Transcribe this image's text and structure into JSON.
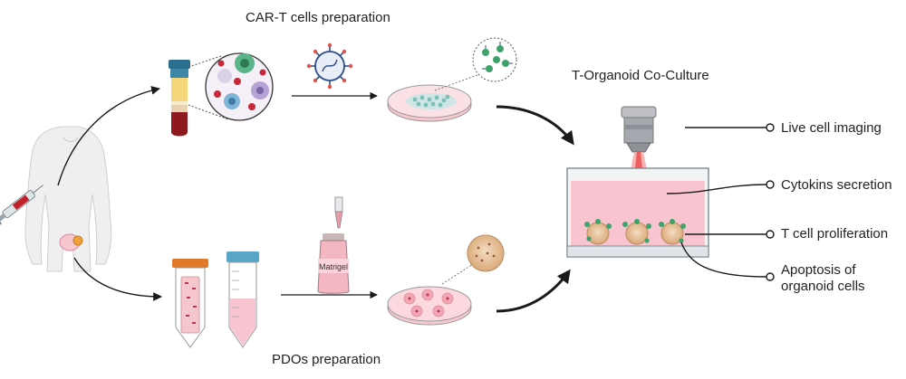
{
  "titles": {
    "cart_prep": "CAR-T cells preparation",
    "pdo_prep": "PDOs preparation",
    "coculture": "T-Organoid Co-Culture"
  },
  "vial_label": "Matrigel",
  "callouts": [
    {
      "text": "Live cell imaging"
    },
    {
      "text": "Cytokins secretion"
    },
    {
      "text": "T cell proliferation"
    },
    {
      "text": "Apoptosis of\norganoid cells"
    }
  ],
  "colors": {
    "arrow": "#1a1a1a",
    "dish_pink": "#f6c9d0",
    "medium_pink": "#f7c4cf",
    "blood": "#8e1a1f",
    "plasma": "#f3d57a",
    "cap_teal": "#2b6f8f",
    "cap_orange": "#e07a2a",
    "cap_blue": "#5aa6c9",
    "tcell_green": "#3da36a",
    "organoid_tan": "#e7c49a",
    "laser_red": "#e84a4a"
  },
  "icons": [
    "body-silhouette-icon",
    "syringe-icon",
    "blood-tube-icon",
    "virus-icon",
    "petri-dish-icon",
    "falcon-tube-icon",
    "pipette-icon",
    "vial-icon",
    "microscope-objective-icon",
    "culture-well-icon",
    "organoid-icon"
  ]
}
